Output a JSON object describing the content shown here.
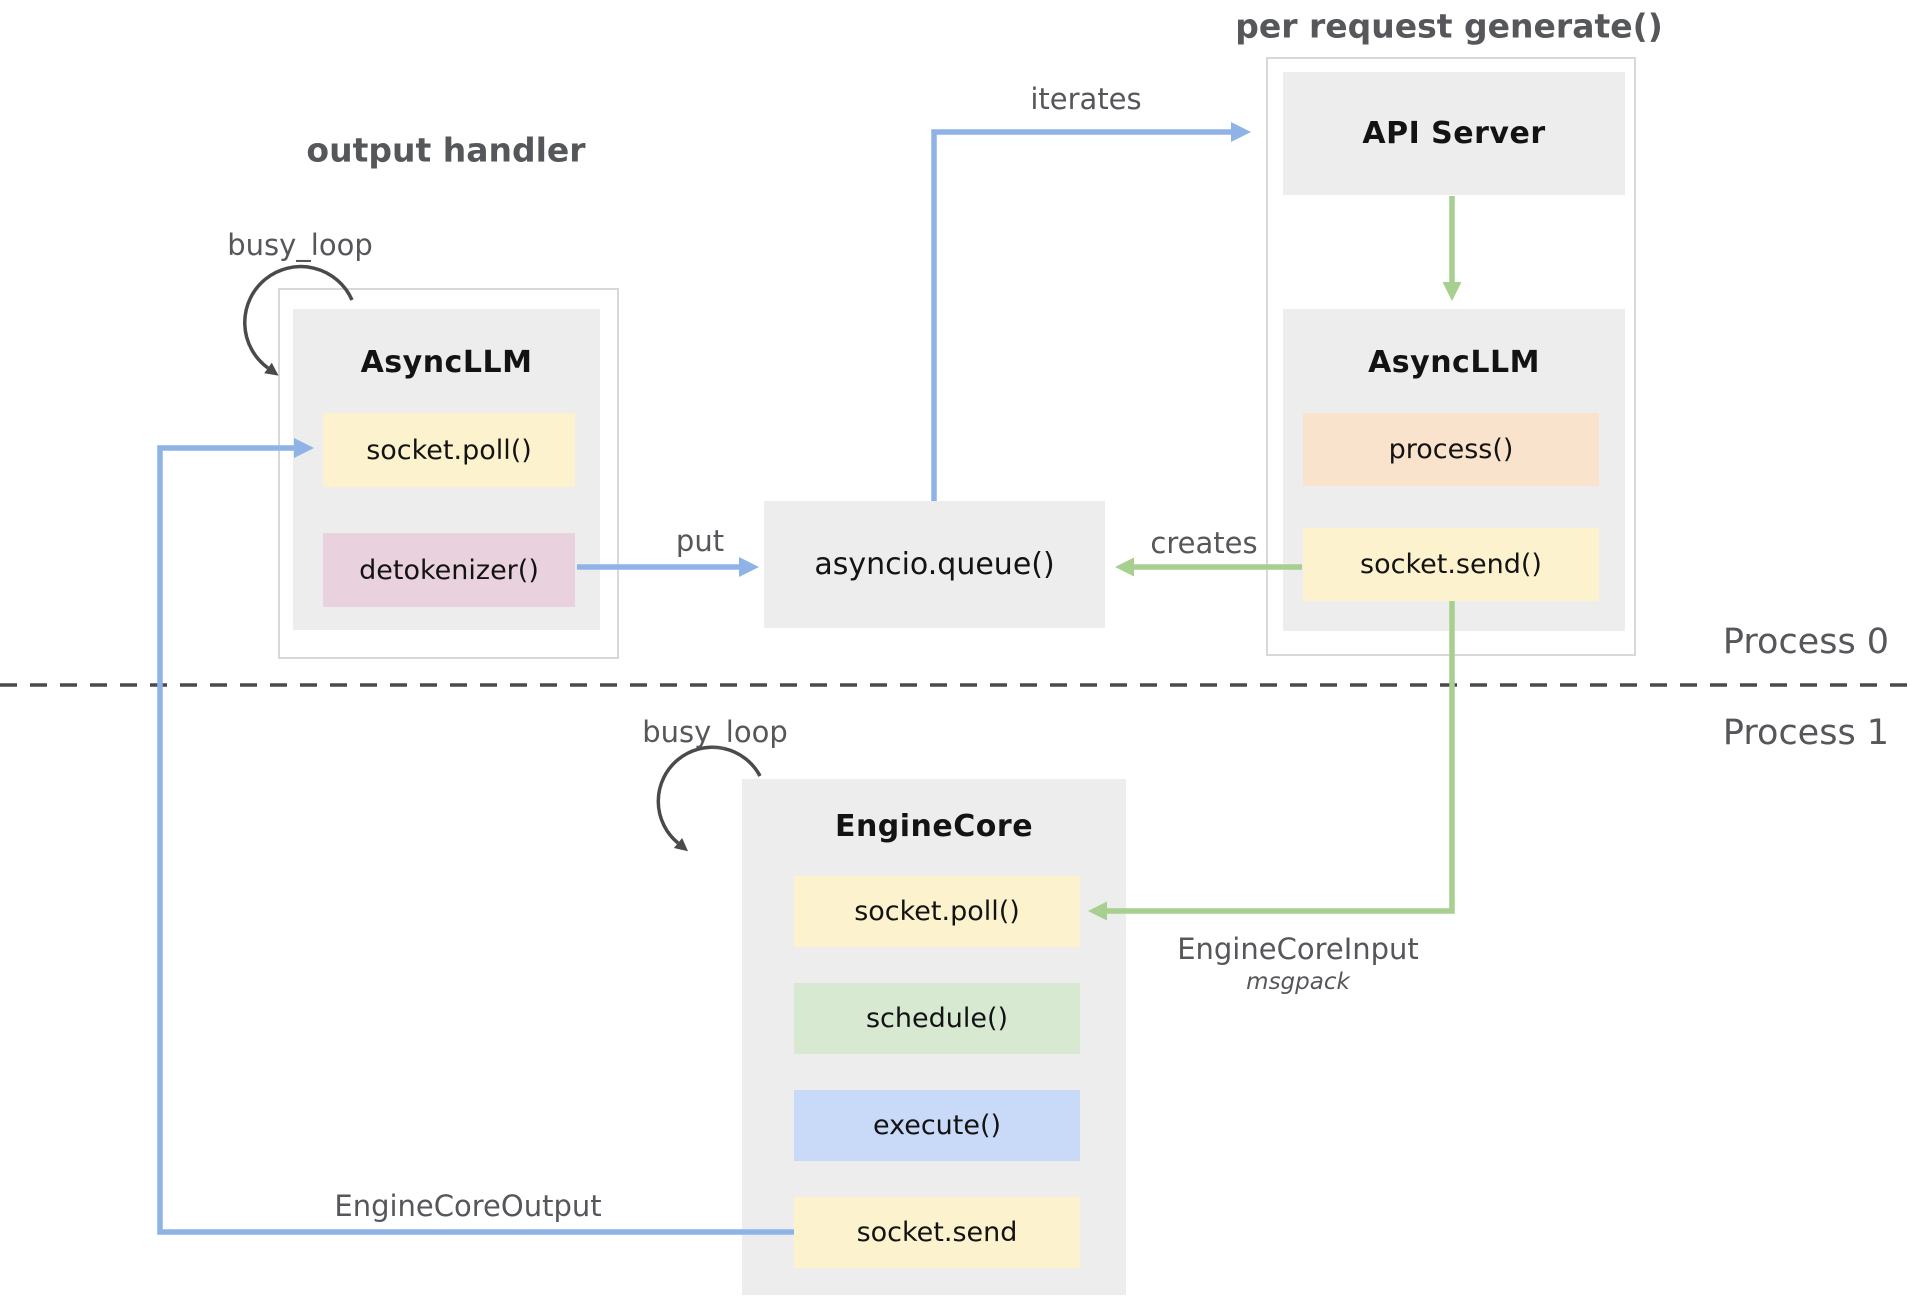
{
  "colors": {
    "arrow_blue": "#8fb3e6",
    "arrow_green": "#a6cf90",
    "loop_gray": "#4a4a4c",
    "label_gray": "#56575a",
    "node_gray": "#ededee",
    "container_border": "#d8d8d8",
    "title_black": "#131313",
    "chip_yellow": "#fcf2cd",
    "chip_pink": "#e9d2dd",
    "chip_orange": "#f9e3cc",
    "chip_green": "#d8e9d2",
    "chip_blue": "#c8daf7"
  },
  "section_titles": {
    "output_handler": "output handler",
    "per_request_generate": "per request generate()"
  },
  "process_labels": {
    "process0": "Process 0",
    "process1": "Process 1"
  },
  "arrow_labels": {
    "busy_loop_output": "busy_loop",
    "busy_loop_engine": "busy_loop",
    "iterates": "iterates",
    "put": "put",
    "creates": "creates",
    "engine_core_input": "EngineCoreInput",
    "engine_core_input_format": "msgpack",
    "engine_core_output": "EngineCoreOutput"
  },
  "nodes": {
    "api_server": {
      "title": "API Server"
    },
    "async_llm_output_handler": {
      "title": "AsyncLLM",
      "methods": [
        {
          "label": "socket.poll()",
          "bg": "#fcf2cd"
        },
        {
          "label": "detokenizer()",
          "bg": "#e9d2dd"
        }
      ]
    },
    "async_llm_request": {
      "title": "AsyncLLM",
      "methods": [
        {
          "label": "process()",
          "bg": "#f9e3cc"
        },
        {
          "label": "socket.send()",
          "bg": "#fcf2cd"
        }
      ]
    },
    "asyncio_queue": {
      "title": "asyncio.queue()"
    },
    "engine_core": {
      "title": "EngineCore",
      "methods": [
        {
          "label": "socket.poll()",
          "bg": "#fcf2cd"
        },
        {
          "label": "schedule()",
          "bg": "#d8e9d2"
        },
        {
          "label": "execute()",
          "bg": "#c8daf7"
        },
        {
          "label": "socket.send",
          "bg": "#fcf2cd"
        }
      ]
    }
  }
}
